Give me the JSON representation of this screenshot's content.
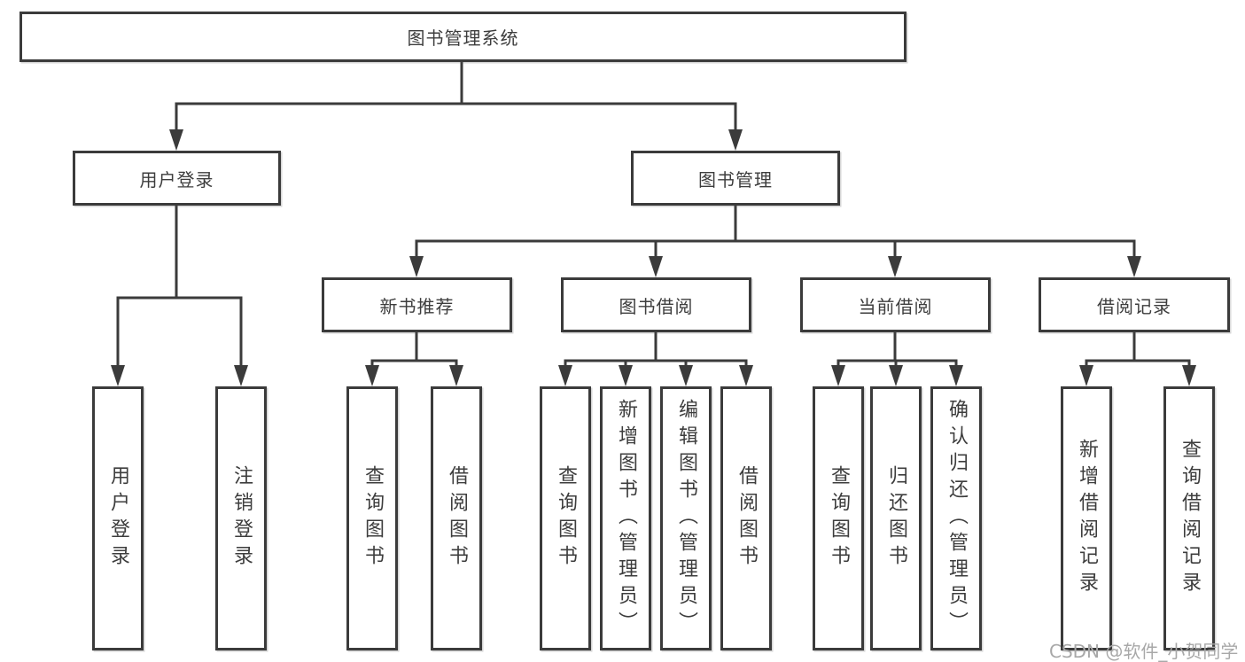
{
  "colors": {
    "line": "#3b3b3b",
    "box_border": "#3b3b3b",
    "text": "#3d3d3d",
    "background": "#ffffff",
    "watermark": "#a8a8a8"
  },
  "tree": {
    "root": {
      "label": "图书管理系统"
    },
    "branches": [
      {
        "label": "用户登录",
        "children": [
          {
            "label": "用户登录"
          },
          {
            "label": "注销登录"
          }
        ]
      },
      {
        "label": "图书管理",
        "children": [
          {
            "label": "新书推荐",
            "children": [
              {
                "label": "查询图书"
              },
              {
                "label": "借阅图书"
              }
            ]
          },
          {
            "label": "图书借阅",
            "children": [
              {
                "label": "查询图书"
              },
              {
                "label": "新增图书（管理员）"
              },
              {
                "label": "编辑图书（管理员）"
              },
              {
                "label": "借阅图书"
              }
            ]
          },
          {
            "label": "当前借阅",
            "children": [
              {
                "label": "查询图书"
              },
              {
                "label": "归还图书"
              },
              {
                "label": "确认归还（管理员）"
              }
            ]
          },
          {
            "label": "借阅记录",
            "children": [
              {
                "label": "新增借阅记录"
              },
              {
                "label": "查询借阅记录"
              }
            ]
          }
        ]
      }
    ]
  },
  "watermark": {
    "text": "CSDN @软件_小贺同学"
  }
}
